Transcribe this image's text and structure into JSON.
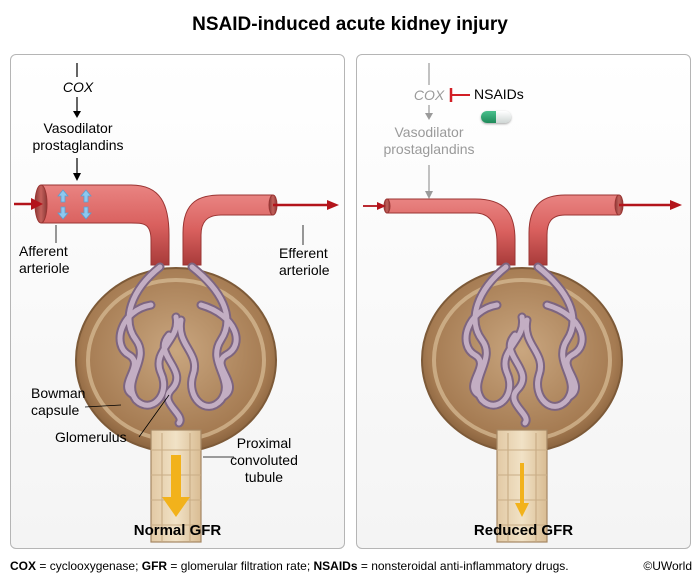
{
  "title": "NSAID-induced acute kidney injury",
  "left_panel": {
    "cox": "COX",
    "vasodilator_line1": "Vasodilator",
    "vasodilator_line2": "prostaglandins",
    "afferent_line1": "Afferent",
    "afferent_line2": "arteriole",
    "efferent_line1": "Efferent",
    "efferent_line2": "arteriole",
    "bowman_line1": "Bowman",
    "bowman_line2": "capsule",
    "glomerulus": "Glomerulus",
    "proximal_line1": "Proximal",
    "proximal_line2": "convoluted",
    "proximal_line3": "tubule",
    "caption": "Normal GFR"
  },
  "right_panel": {
    "cox": "COX",
    "nsaids": "NSAIDs",
    "vasodilator_line1": "Vasodilator",
    "vasodilator_line2": "prostaglandins",
    "caption": "Reduced GFR"
  },
  "footnote": {
    "cox_abbr": "COX",
    "cox_def": " = cyclooxygenase; ",
    "gfr_abbr": "GFR",
    "gfr_def": " = glomerular filtration rate; ",
    "nsaids_abbr": "NSAIDs",
    "nsaids_def": " = nonsteroidal anti-inflammatory drugs."
  },
  "copyright": "©UWorld",
  "colors": {
    "vessel": "#d9605e",
    "vessel_dark": "#b8413f",
    "arrow_red": "#b3141b",
    "capsule": "#c9a886",
    "capsule_inner": "#a9835d",
    "glomerulus": "#a78fa8",
    "flow_arrow": "#f2b21b",
    "vasodilation_arrow": "#8ec7ef",
    "inhibitor_red": "#d21f26"
  }
}
